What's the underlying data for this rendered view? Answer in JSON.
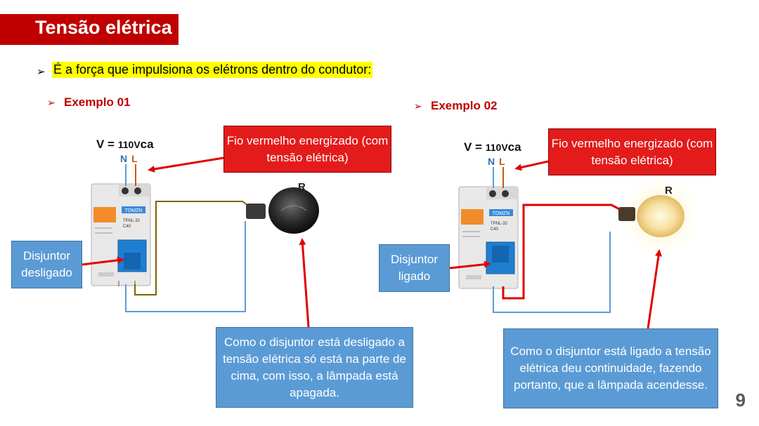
{
  "title": "Tensão elétrica",
  "main_bullet": "É a força que impulsiona os elétrons dentro do condutor:",
  "bullet_glyph": "➢",
  "example1": {
    "heading": "Exemplo 01",
    "voltage_prefix": "V = ",
    "voltage_value": "110",
    "voltage_unit_v": "V",
    "voltage_unit_ca": "ca",
    "terminal_n": "N",
    "terminal_l": "L",
    "red_box": "Fio vermelho energizado (com tensão elétrica)",
    "breaker_box": "Disjuntor desligado",
    "lamp_label": "R",
    "explanation": "Como o disjuntor está desligado a tensão elétrica só está na parte de cima, com isso, a lâmpada está apagada."
  },
  "example2": {
    "heading": "Exemplo 02",
    "voltage_prefix": "V = ",
    "voltage_value": "110",
    "voltage_unit_v": "V",
    "voltage_unit_ca": "ca",
    "terminal_n": "N",
    "terminal_l": "L",
    "red_box": "Fio vermelho energizado (com tensão elétrica)",
    "breaker_box": "Disjuntor ligado",
    "lamp_label": "R",
    "explanation": "Como o disjuntor está ligado a tensão elétrica deu continuidade, fazendo portanto, que a lâmpada acendesse."
  },
  "breaker_brand": "TOMZN",
  "breaker_model": "TPNL-32",
  "breaker_rating": "C40",
  "page_number": "9",
  "colors": {
    "title_bg": "#c00000",
    "highlight": "#ffff00",
    "red_box": "#e31b1b",
    "blue_box": "#5b9bd5",
    "neutral_wire": "#5b9bd5",
    "phase_off_wire": "#7f6000",
    "phase_on_wire": "#e00000"
  }
}
